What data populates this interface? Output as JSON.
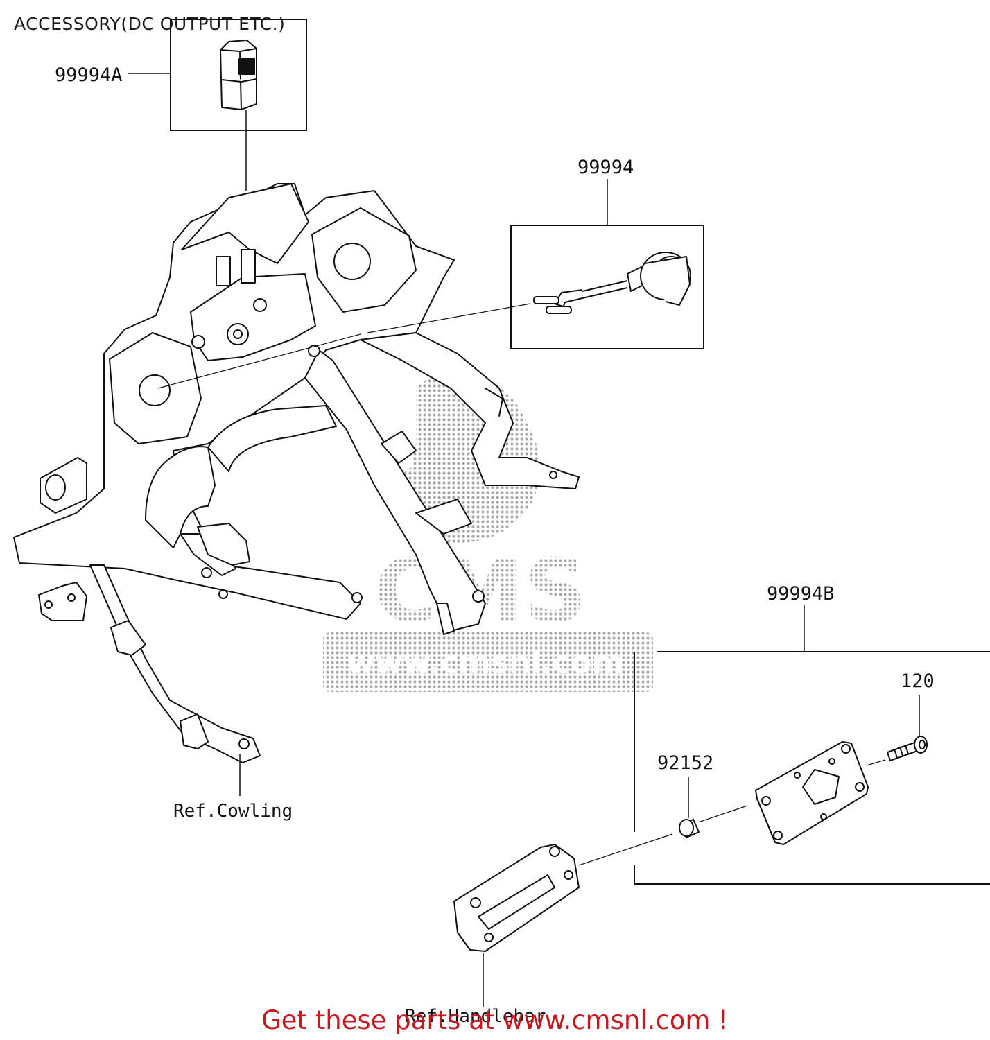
{
  "title": "ACCESSORY(DC OUTPUT ETC.)",
  "callouts": {
    "p99994A": "99994A",
    "p99994": "99994",
    "p99994B": "99994B",
    "p120": "120",
    "p92152": "92152",
    "ref_cowling": "Ref.Cowling",
    "ref_handlebar": "Ref.Handlebar"
  },
  "watermark": {
    "brand": "CMS",
    "url": "www.cmsnl.com"
  },
  "promo": "Get these parts at www.cmsnl.com !",
  "colors": {
    "line": "#111111",
    "promo": "#c8171e",
    "watermark": "#9a9a9a"
  }
}
